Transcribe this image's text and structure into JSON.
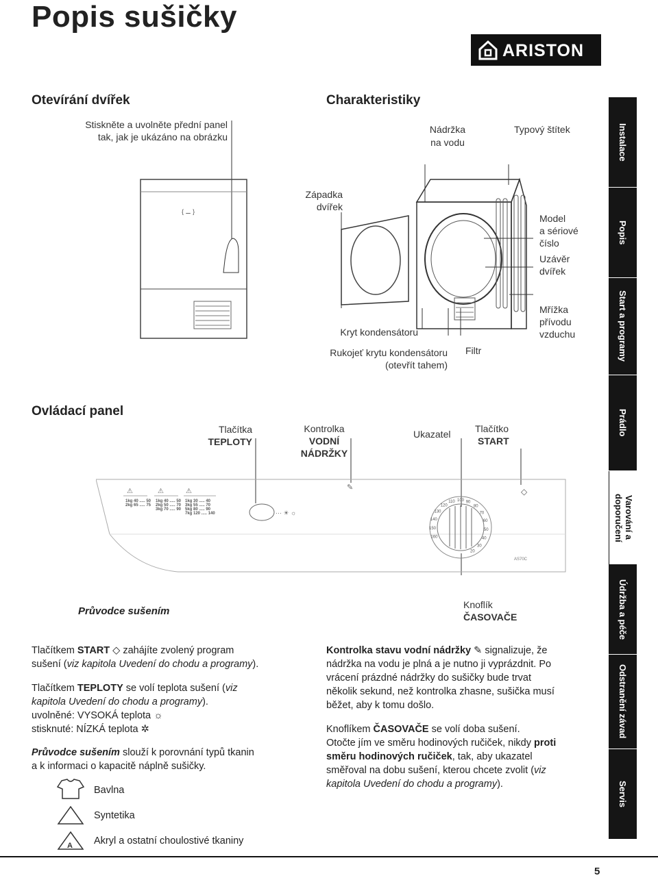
{
  "page_title": "Popis sušičky",
  "brand": "ARISTON",
  "sections": {
    "door": {
      "heading": "Otevírání dvířek",
      "instruction_line1": "Stiskněte a uvolněte přední panel",
      "instruction_line2": "tak, jak je ukázáno na obrázku"
    },
    "features": {
      "heading": "Charakteristiky",
      "labels": {
        "tank_1": "Nádržka",
        "tank_2": "na vodu",
        "plate": "Typový štítek",
        "latch_1": "Západka",
        "latch_2": "dvířek",
        "model_1": "Model",
        "model_2": "a sériové",
        "model_3": "číslo",
        "lock_1": "Uzávěr",
        "lock_2": "dvířek",
        "grille_1": "Mřížka",
        "grille_2": "přívodu",
        "grille_3": "vzduchu",
        "cover": "Kryt kondensátoru",
        "handle_1": "Rukojeť krytu kondensátoru",
        "handle_2": "(otevřít tahem)",
        "filter": "Filtr"
      }
    },
    "panel": {
      "heading": "Ovládací panel",
      "labels": {
        "temp_1": "Tlačítka",
        "temp_2": "TEPLOTY",
        "tank_1": "Kontrolka",
        "tank_2": "VODNÍ",
        "tank_3": "NÁDRŽKY",
        "indicator": "Ukazatel",
        "start_1": "Tlačítko",
        "start_2": "START",
        "knob_1": "Knoflík",
        "knob_2": "ČASOVAČE",
        "guide": "Průvodce sušením",
        "model_code": "AS70C"
      },
      "guide_rows": [
        {
          "kg": "1kg",
          "a": "40 ..... 50"
        },
        {
          "kg": "2kg",
          "a": "65 ..... 75"
        }
      ],
      "guide_rows2": [
        {
          "kg": "1kg",
          "a": "40 ..... 50"
        },
        {
          "kg": "2kg",
          "a": "50 ..... 70"
        },
        {
          "kg": "3kg",
          "a": "70 ..... 90"
        }
      ],
      "guide_rows3": [
        {
          "kg": "1kg",
          "a": "30 ..... 40"
        },
        {
          "kg": "3kg",
          "a": "55 ..... 70"
        },
        {
          "kg": "5kg",
          "a": "80 ..... 90"
        },
        {
          "kg": "7kg",
          "a": "120 ..... 140"
        }
      ],
      "dial_marks": [
        "160",
        "150",
        "140",
        "130",
        "120",
        "110",
        "100",
        "90",
        "80",
        "70",
        "60",
        "50",
        "40",
        "30",
        "20"
      ]
    },
    "left_text": {
      "p1_a": "Tlačítkem ",
      "p1_b": "START",
      "p1_c": " zahájíte zvolený program",
      "p1_d": "sušení (",
      "p1_e": "viz kapitola Uvedení do chodu a programy",
      "p1_f": ").",
      "p2_a": "Tlačítkem ",
      "p2_b": "TEPLOTY",
      "p2_c": " se volí teplota sušení (",
      "p2_d": "viz",
      "p2_e": "kapitola Uvedení do chodu a programy",
      "p2_f": ").",
      "p3": "uvolněné: VYSOKÁ teplota",
      "p4": "stisknuté: NÍZKÁ teplota",
      "p5_a": "Průvodce sušením",
      "p5_b": " slouží k porovnání typů tkanin",
      "p5_c": "a k informaci o kapacitě náplně sušičky.",
      "fabric_1": "Bavlna",
      "fabric_2": "Syntetika",
      "fabric_3": "Akryl a ostatní choulostivé tkaniny"
    },
    "right_text": {
      "p1_a": "Kontrolka stavu vodní nádržky",
      "p1_b": "signalizuje, že",
      "p1_c": "nádržka na vodu je plná a je nutno ji vyprázdnit. Po",
      "p1_d": "vrácení prázdné nádržky do sušičky bude trvat",
      "p1_e": "několik sekund, než kontrolka zhasne, sušička musí",
      "p1_f": "běžet, aby k tomu došlo.",
      "p2_a": "Knoflíkem ",
      "p2_b": "ČASOVAČE",
      "p2_c": " se volí doba sušení.",
      "p3_a": "Otočte jím ve směru hodinových ručiček, nikdy ",
      "p3_b": "proti",
      "p3_c": "směru hodinových ručiček",
      "p3_d": ", tak, aby ukazatel",
      "p3_e": "směřoval na dobu sušení, kterou chcete zvolit (",
      "p3_f": "viz",
      "p3_g": "kapitola Uvedení do chodu a programy",
      "p3_h": ")."
    }
  },
  "sidebar": [
    {
      "label": "Instalace",
      "style": "dark"
    },
    {
      "label": "Popis",
      "style": "dark"
    },
    {
      "label": "Start a programy",
      "style": "dark"
    },
    {
      "label": "Prádlo",
      "style": "dark"
    },
    {
      "label": "Varování a doporučení",
      "style": "light"
    },
    {
      "label": "Údržba a péče",
      "style": "dark"
    },
    {
      "label": "Odstranění závad",
      "style": "dark"
    },
    {
      "label": "Servis",
      "style": "dark"
    }
  ],
  "page_number": "5"
}
